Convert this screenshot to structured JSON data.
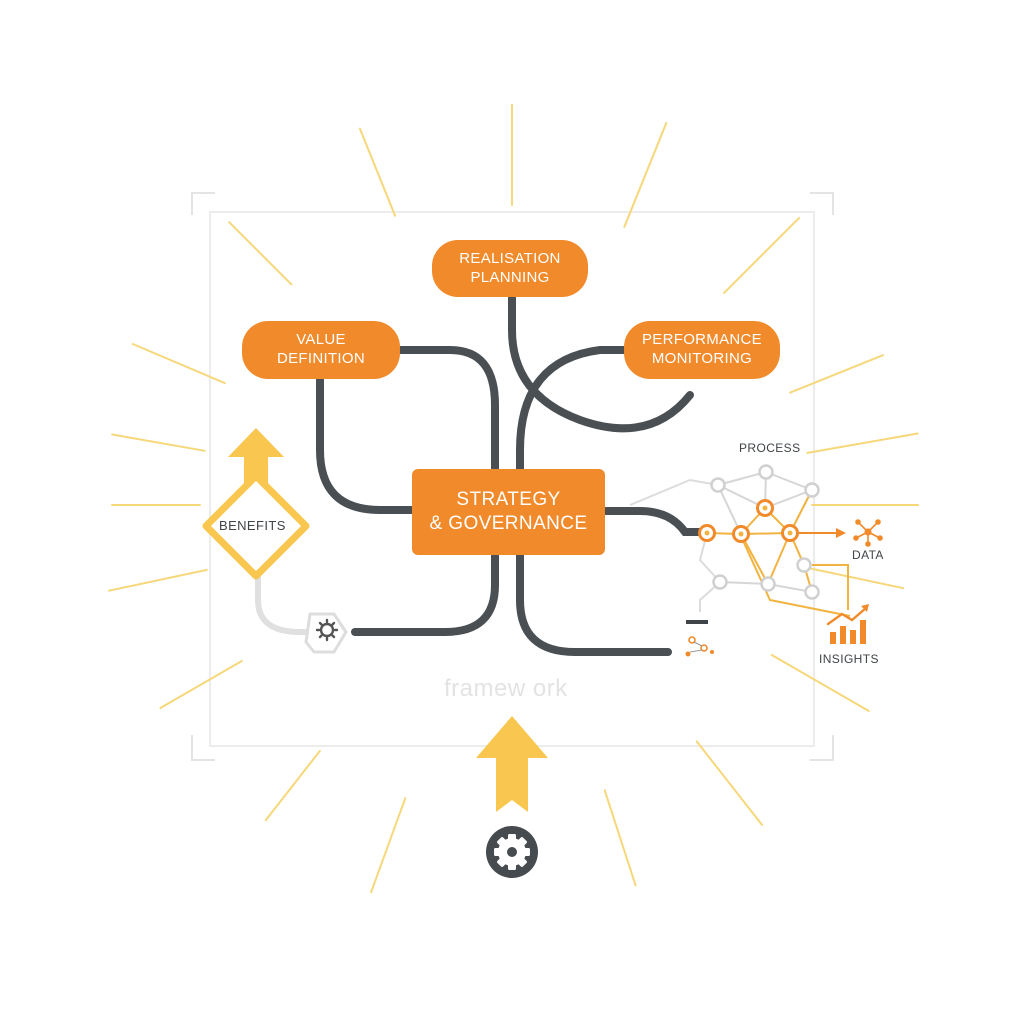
{
  "nodes": {
    "realisation_planning": [
      "Realisation",
      "Planning"
    ],
    "value_definition": [
      "Value",
      "Definition"
    ],
    "performance_monitoring": [
      "Performance",
      "Monitoring"
    ],
    "strategy_governance": [
      "Strategy",
      "& Governance"
    ]
  },
  "labels": {
    "benefits": "BENEFITS",
    "process": "PROCESS",
    "data": "DATA",
    "insights": "INSIGHTS",
    "watermark": "framew ork"
  },
  "icons": {
    "bottom": "gear-icon",
    "left_tag": "gear-tag-icon",
    "data": "network-icon",
    "insights": "bar-chart-trend-icon",
    "process": "process-icon"
  },
  "colors": {
    "accent_orange": "#f08a2b",
    "accent_yellow": "#f9c74f",
    "path_dark": "#4a4f54",
    "ray_yellow": "#f6d77a",
    "frame_gray": "#e6e6e6"
  }
}
